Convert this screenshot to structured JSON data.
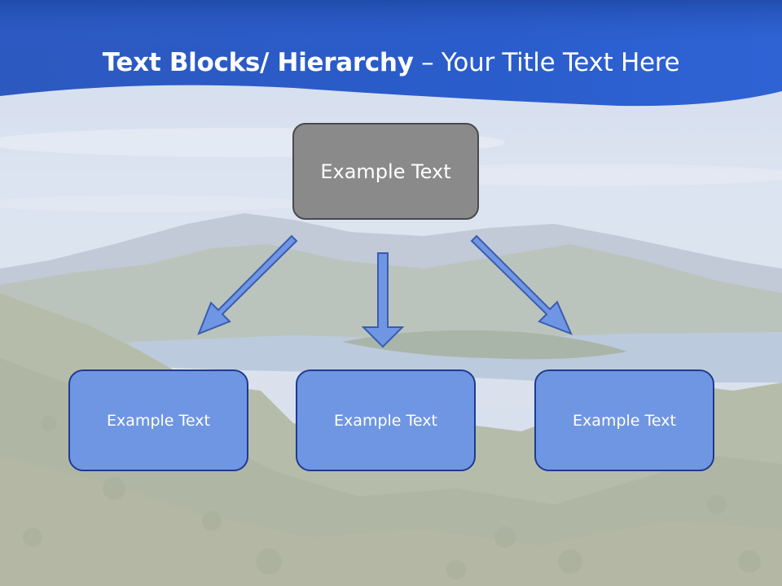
{
  "slide": {
    "title_bold": "Text Blocks/ Hierarchy",
    "title_rest": " – Your Title Text Here"
  },
  "diagram": {
    "root": {
      "label": "Example Text"
    },
    "children": [
      {
        "label": "Example Text"
      },
      {
        "label": "Example Text"
      },
      {
        "label": "Example Text"
      }
    ]
  },
  "colors": {
    "header_blue": "#2a5dc8",
    "root_fill": "#8a8a8a",
    "root_border": "#4a4a4a",
    "child_fill": "#6f96e3",
    "child_border": "#1f3a8f",
    "arrow_fill": "#6f96e3",
    "arrow_border": "#3b5cb0"
  }
}
